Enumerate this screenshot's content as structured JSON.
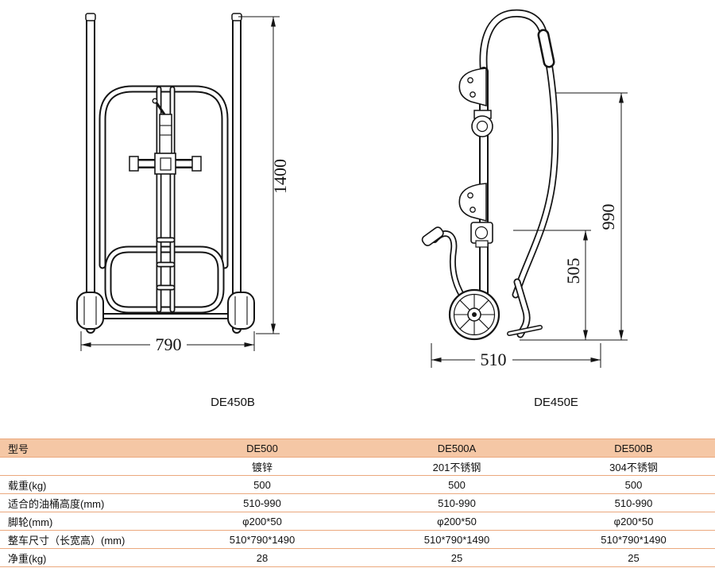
{
  "diagram": {
    "left_view": {
      "label": "DE450B",
      "dim_height": "1400",
      "dim_width": "790"
    },
    "right_view": {
      "label": "DE450E",
      "dim_height": "990",
      "dim_mid": "505",
      "dim_width": "510"
    }
  },
  "table": {
    "colors": {
      "header_bg": "#f5c7a5",
      "row_line": "#eba87d"
    },
    "header": [
      "型号",
      "DE500",
      "DE500A",
      "DE500B"
    ],
    "rows": [
      [
        "",
        "镀锌",
        "201不锈钢",
        "304不锈钢"
      ],
      [
        "载重(kg)",
        "500",
        "500",
        "500"
      ],
      [
        "适合的油桶高度(mm)",
        "510-990",
        "510-990",
        "510-990"
      ],
      [
        "脚轮(mm)",
        "φ200*50",
        "φ200*50",
        "φ200*50"
      ],
      [
        "整车尺寸（长宽高）(mm)",
        "510*790*1490",
        "510*790*1490",
        "510*790*1490"
      ],
      [
        "净重(kg)",
        "28",
        "25",
        "25"
      ]
    ]
  }
}
